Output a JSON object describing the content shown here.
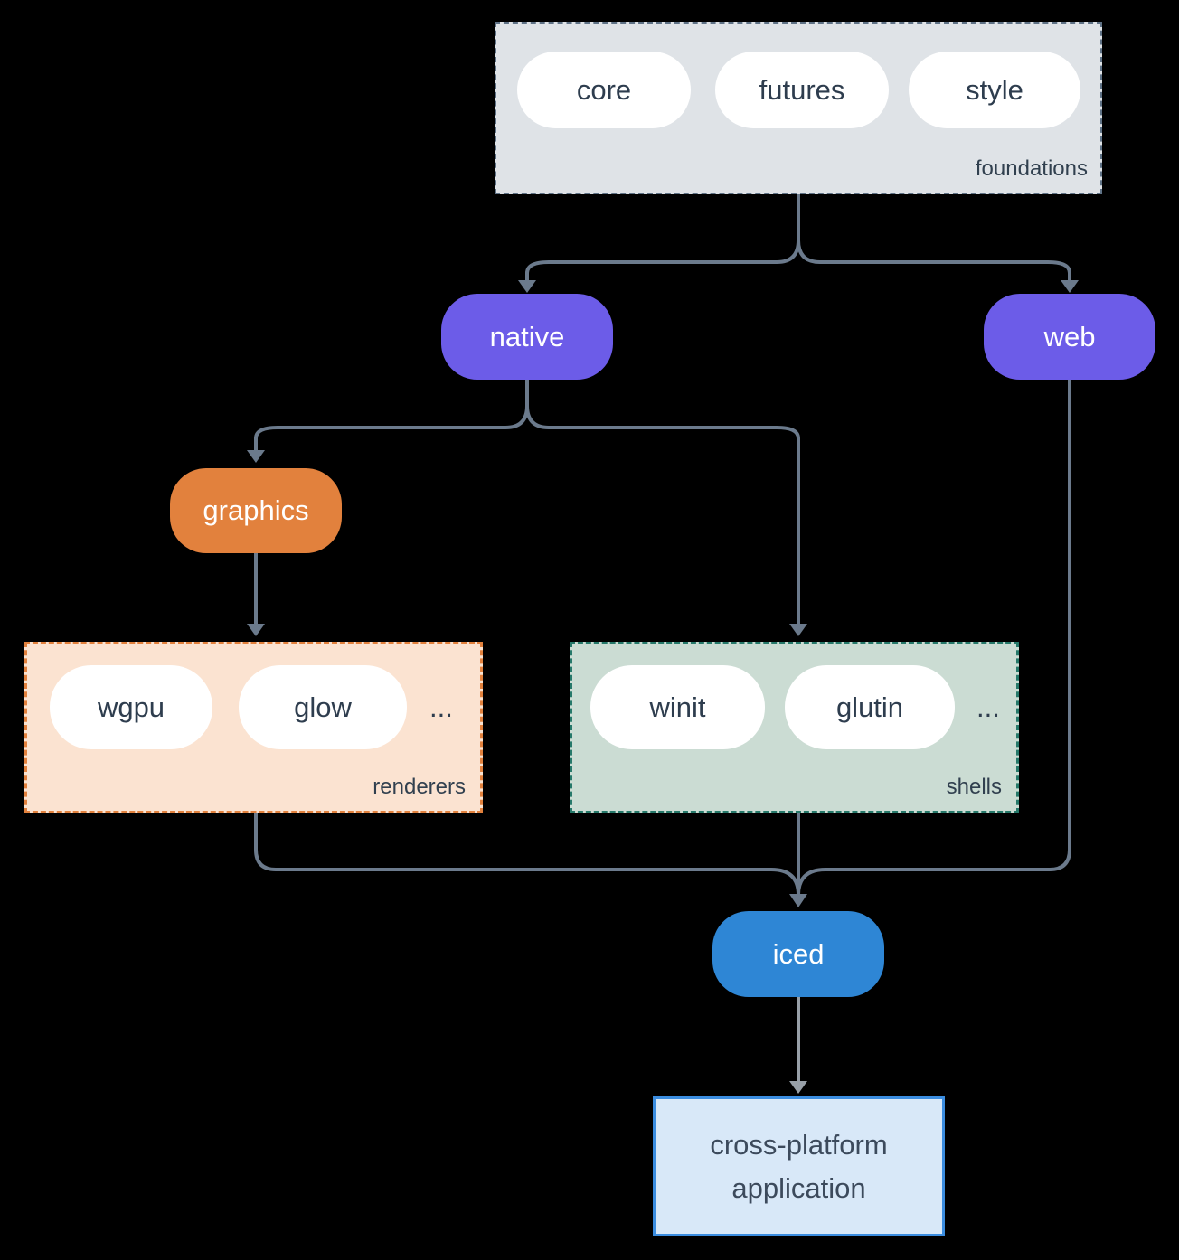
{
  "groups": {
    "foundations": {
      "label": "foundations",
      "pills": [
        "core",
        "futures",
        "style"
      ]
    },
    "renderers": {
      "label": "renderers",
      "pills": [
        "wgpu",
        "glow"
      ],
      "more": "..."
    },
    "shells": {
      "label": "shells",
      "pills": [
        "winit",
        "glutin"
      ],
      "more": "..."
    }
  },
  "nodes": {
    "native": {
      "label": "native"
    },
    "web": {
      "label": "web"
    },
    "graphics": {
      "label": "graphics"
    },
    "iced": {
      "label": "iced"
    },
    "application": {
      "line1": "cross-platform",
      "line2": "application"
    }
  },
  "colors": {
    "background": "#000000",
    "connector": "#6b7a8c",
    "connector_light": "#98a0a8",
    "foundations_fill": "#dfe3e7",
    "foundations_border": "#5f7286",
    "renderers_fill": "#fbe3d1",
    "renderers_border": "#e2813d",
    "shells_fill": "#cbdcd3",
    "shells_border": "#26796a",
    "purple": "#6c5ce8",
    "orange": "#e2813d",
    "blue": "#2e86d5",
    "app_fill": "#d8e8f8",
    "app_border": "#3b8de0",
    "pill_fill": "#ffffff",
    "text_dark": "#2e3d4e",
    "text_light": "#ffffff"
  }
}
